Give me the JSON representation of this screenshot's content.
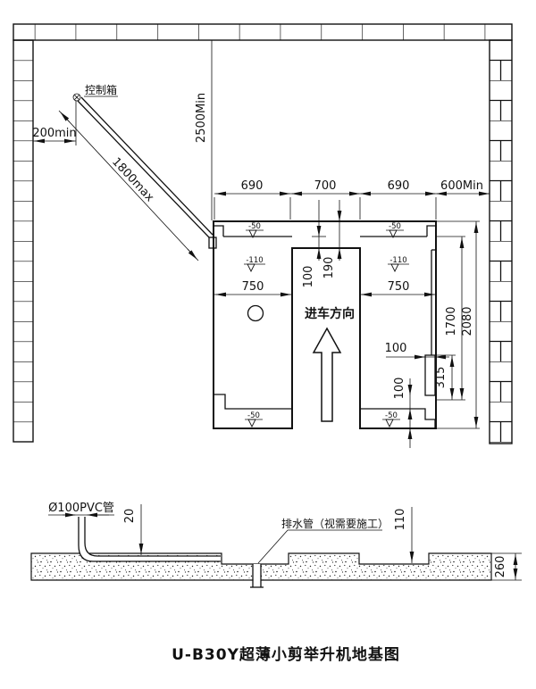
{
  "title": "U-B30Y超薄小剪举升机地基图",
  "plan": {
    "control_box_label": "控制箱",
    "drive_direction_label": "进车方向",
    "dim_200min": "200min",
    "dim_1800max": "1800max",
    "dim_2500min": "2500Min",
    "dim_top_1": "690",
    "dim_top_2": "700",
    "dim_top_3": "690",
    "dim_top_4": "600Min",
    "dim_left_750": "750",
    "dim_right_750": "750",
    "dim_center_100": "100",
    "dim_center_190": "190",
    "dim_1700": "1700",
    "dim_2080": "2080",
    "dim_niche_100": "100",
    "dim_315": "315",
    "dim_right_100": "100",
    "level_minus50": "-50",
    "level_minus110": "-110"
  },
  "section": {
    "pvc_label": "Ø100PVC管",
    "drain_label": "排水管（视需要施工）",
    "dim_20": "20",
    "dim_110": "110",
    "dim_260": "260"
  }
}
